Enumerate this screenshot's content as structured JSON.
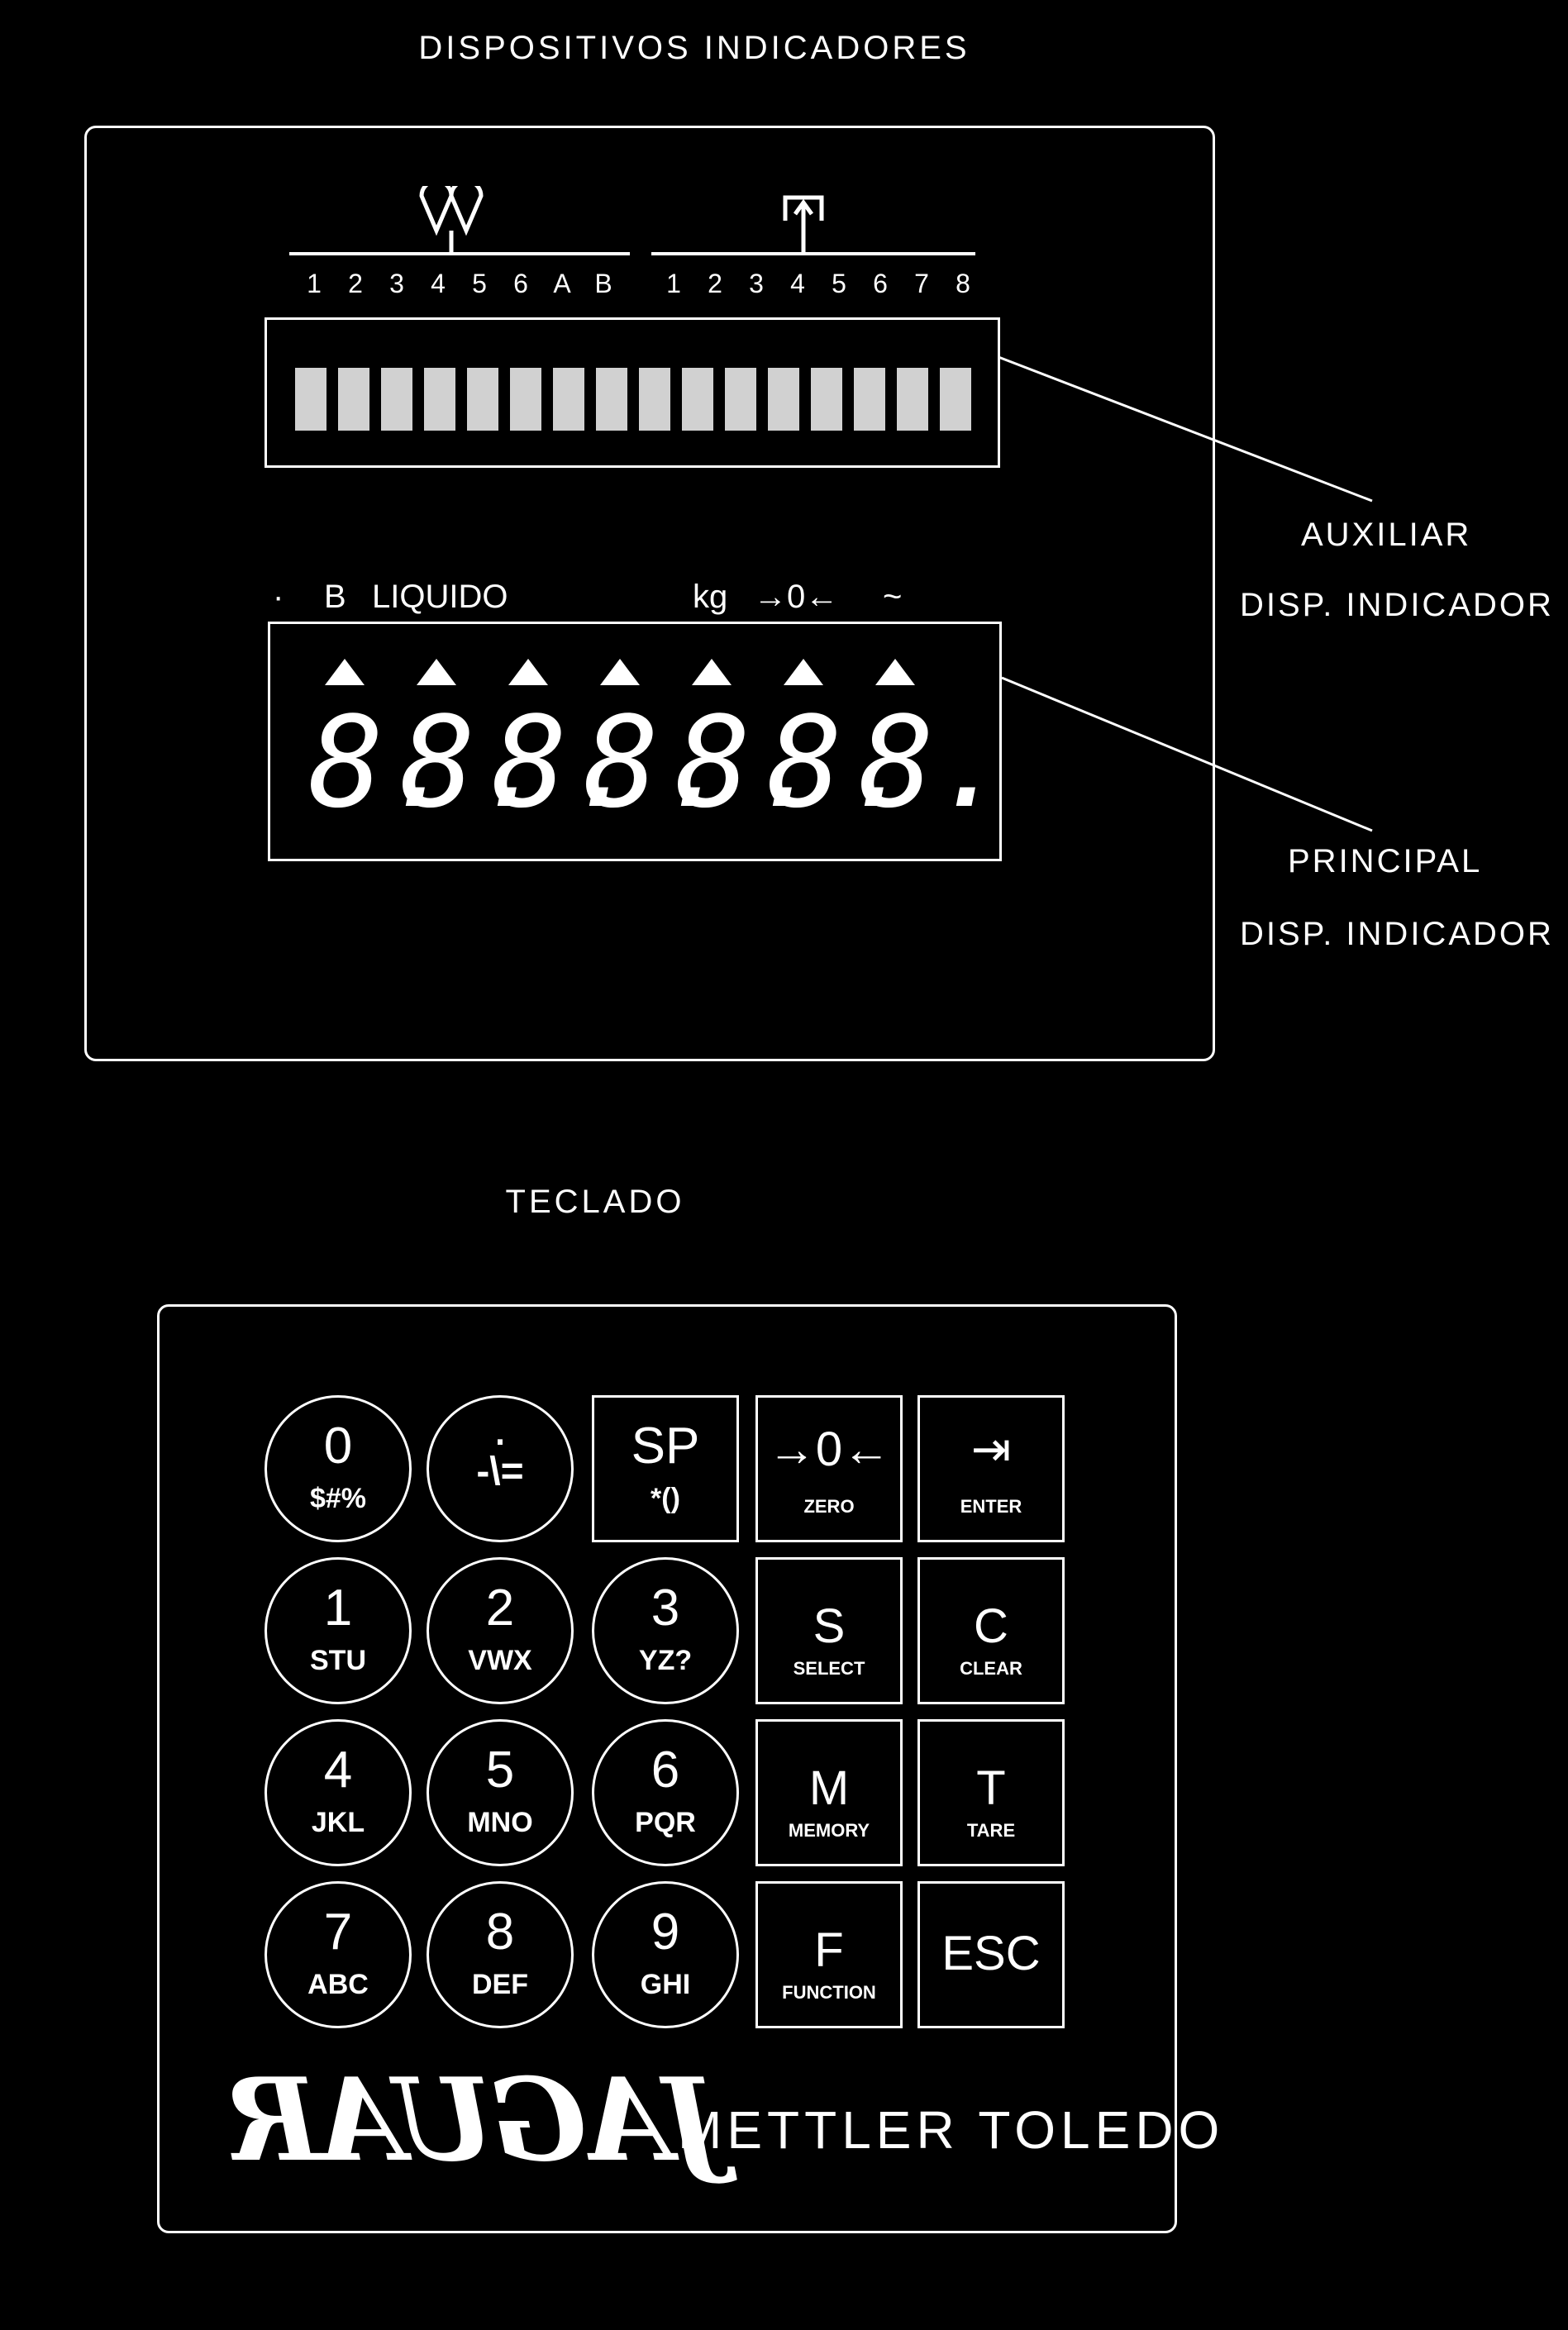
{
  "headings": {
    "display_section": "DISPOSITIVOS INDICADORES",
    "keyboard_section": "TECLADO"
  },
  "aux_scale": {
    "left_numbers": [
      "1",
      "2",
      "3",
      "4",
      "5",
      "6",
      "A",
      "B"
    ],
    "right_numbers": [
      "1",
      "2",
      "3",
      "4",
      "5",
      "6",
      "7",
      "8"
    ]
  },
  "main_indicators": {
    "dot": "·",
    "gross": "B",
    "net": "LIQUIDO",
    "unit": "kg",
    "zero": "→0←",
    "motion": "~"
  },
  "main_display": {
    "digits": [
      "8.",
      "8.",
      "8.",
      "8.",
      "8.",
      "8.",
      "8."
    ]
  },
  "labels": {
    "auxiliary": {
      "line1": "DISP. INDICADOR",
      "line2": "AUXILIAR"
    },
    "principal": {
      "line1": "DISP. INDICADOR",
      "line2": "PRINCIPAL"
    }
  },
  "keypad": {
    "rows": [
      [
        {
          "main": "0",
          "sub": "$#%",
          "style": "round"
        },
        {
          "main": ".",
          "sub": "-\\=",
          "style": "round"
        },
        {
          "main": "SP",
          "sub": "*()",
          "style": "square"
        },
        {
          "main": "→0←",
          "sub": "ZERO",
          "style": "square"
        },
        {
          "main": "⇥",
          "sub": "ENTER",
          "style": "square"
        }
      ],
      [
        {
          "main": "1",
          "sub": "STU",
          "style": "round"
        },
        {
          "main": "2",
          "sub": "VWX",
          "style": "round"
        },
        {
          "main": "3",
          "sub": "YZ?",
          "style": "round"
        },
        {
          "main": "S",
          "sub": "SELECT",
          "style": "square"
        },
        {
          "main": "C",
          "sub": "CLEAR",
          "style": "square"
        }
      ],
      [
        {
          "main": "4",
          "sub": "JKL",
          "style": "round"
        },
        {
          "main": "5",
          "sub": "MNO",
          "style": "round"
        },
        {
          "main": "6",
          "sub": "PQR",
          "style": "round"
        },
        {
          "main": "M",
          "sub": "MEMORY",
          "style": "square"
        },
        {
          "main": "T",
          "sub": "TARE",
          "style": "square"
        }
      ],
      [
        {
          "main": "7",
          "sub": "ABC",
          "style": "round"
        },
        {
          "main": "8",
          "sub": "DEF",
          "style": "round"
        },
        {
          "main": "9",
          "sub": "GHI",
          "style": "round"
        },
        {
          "main": "F",
          "sub": "FUNCTION",
          "style": "square"
        },
        {
          "main": "ESC",
          "sub": "",
          "style": "square"
        }
      ]
    ]
  },
  "brand": {
    "logo": "JAGUAR",
    "company": "METTLER TOLEDO"
  }
}
